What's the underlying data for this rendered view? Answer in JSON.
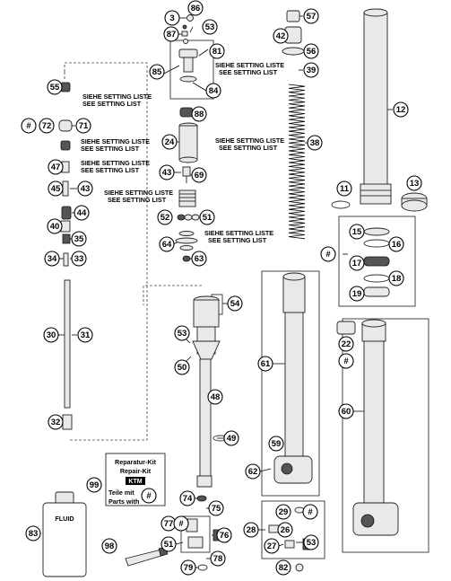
{
  "setting": {
    "de": "SIEHE SETTING LISTE",
    "en": "SEE SETTING LIST"
  },
  "repair_kit": {
    "line1": "Reparatur-Kit",
    "line2": "Repair-Kit",
    "line3": "Teile mit",
    "line4": "Parts with",
    "logo": "KTM"
  },
  "fluid_label": "FLUID",
  "part_numbers": {
    "p3": "3",
    "p86": "86",
    "p87": "87",
    "p53a": "53",
    "p81": "81",
    "p85": "85",
    "p84": "84",
    "p57": "57",
    "p42": "42",
    "p56": "56",
    "p39": "39",
    "p12": "12",
    "p88": "88",
    "p55": "55",
    "p72": "72",
    "p71": "71",
    "p24": "24",
    "p38": "38",
    "p47": "47",
    "p43a": "43",
    "p69": "69",
    "p45": "45",
    "p43b": "43",
    "p44": "44",
    "p40": "40",
    "p35": "35",
    "p34": "34",
    "p33": "33",
    "p52": "52",
    "p51a": "51",
    "p64": "64",
    "p63": "63",
    "p11": "11",
    "p13": "13",
    "p15": "15",
    "p16": "16",
    "p17": "17",
    "p18": "18",
    "p19": "19",
    "p54": "54",
    "p30": "30",
    "p31": "31",
    "p53b": "53",
    "p50": "50",
    "p22": "22",
    "p61": "61",
    "p48": "48",
    "p32": "32",
    "p60": "60",
    "p49": "49",
    "p59": "59",
    "p62": "62",
    "p99": "99",
    "p74": "74",
    "p75": "75",
    "p77": "77",
    "p51b": "51",
    "p76": "76",
    "p83": "83",
    "p98": "98",
    "p79": "79",
    "p78": "78",
    "p29": "29",
    "p28": "28",
    "p26": "26",
    "p27": "27",
    "p53c": "53",
    "p82": "82"
  },
  "hash": "#"
}
